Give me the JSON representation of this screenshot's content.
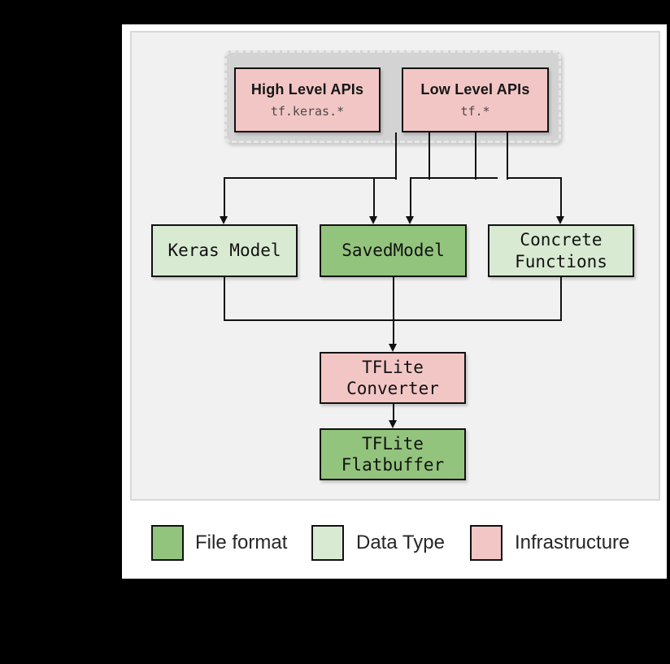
{
  "diagram": {
    "nodes": {
      "high_level": {
        "label": "High Level APIs",
        "sublabel": "tf.keras.*",
        "category": "Infrastructure"
      },
      "low_level": {
        "label": "Low Level APIs",
        "sublabel": "tf.*",
        "category": "Infrastructure"
      },
      "keras_model": {
        "label": "Keras Model",
        "category": "Data Type"
      },
      "saved_model": {
        "label": "SavedModel",
        "category": "File format"
      },
      "concrete_functions": {
        "label": "Concrete Functions",
        "category": "Data Type"
      },
      "tflite_converter": {
        "label": "TFLite Converter",
        "category": "Infrastructure"
      },
      "tflite_flatbuffer": {
        "label": "TFLite Flatbuffer",
        "category": "File format"
      }
    },
    "edges": [
      "High Level APIs -> Keras Model",
      "High Level APIs -> SavedModel",
      "Low Level APIs -> SavedModel",
      "Low Level APIs -> Concrete Functions",
      "Keras Model -> TFLite Converter",
      "SavedModel -> TFLite Converter",
      "Concrete Functions -> TFLite Converter",
      "TFLite Converter -> TFLite Flatbuffer"
    ],
    "legend": [
      {
        "label": "File format",
        "color": "#93c47d"
      },
      {
        "label": "Data Type",
        "color": "#d9ead3"
      },
      {
        "label": "Infrastructure",
        "color": "#f3c6c6"
      }
    ],
    "palette": {
      "infrastructure": "#f3c6c6",
      "file_format": "#93c47d",
      "data_type": "#d9ead3",
      "group_fill": "#d3d3d3",
      "panel_fill": "#f1f1f1",
      "line": "#111111"
    }
  }
}
